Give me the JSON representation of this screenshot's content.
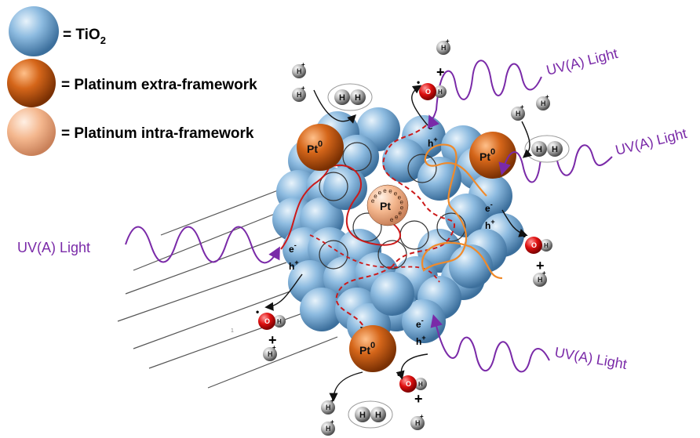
{
  "legend": {
    "tio2": "= TiO",
    "tio2_sub": "2",
    "pt_extra": "= Platinum extra-framework",
    "pt_intra": "= Platinum intra-framework"
  },
  "uv_label": "UV(A) Light",
  "pt0_label": "Pt",
  "pt0_sup": "0",
  "pt_core_label": "Pt",
  "electron": "e",
  "electron_sup": "-",
  "hole": "h",
  "hole_sup": "+",
  "hydrogen": "H",
  "oxygen": "O",
  "plus_sign": "+",
  "radical_dot": "•",
  "stray_mark": "1",
  "colors": {
    "tio2": "#7fb0d8",
    "pt_extra": "#c85a10",
    "pt_intra": "#f2b48a",
    "uv_wave": "#7a2aa8",
    "red_path": "#cc1a1a",
    "orange_path": "#f08a2a"
  }
}
